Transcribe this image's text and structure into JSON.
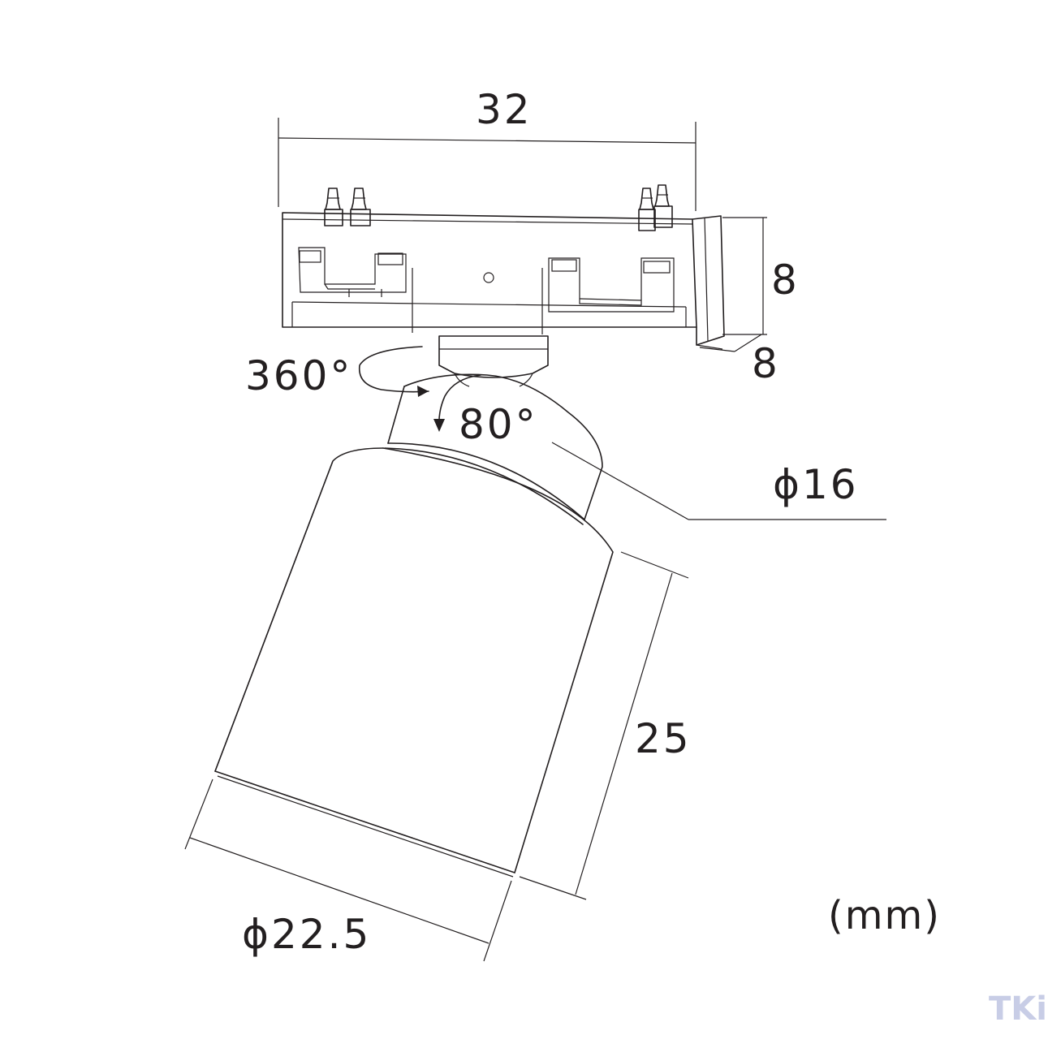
{
  "dimensions": {
    "width": "32",
    "height": "8",
    "depth": "8",
    "rotation_horizontal": "360°",
    "rotation_tilt": "80°",
    "neck_diameter": "ϕ16",
    "body_length": "25",
    "body_diameter": "ϕ22.5"
  },
  "unit": "(mm)",
  "logo": "TKi",
  "colors": {
    "line": "#231f20",
    "logo": "#c8cde6"
  }
}
